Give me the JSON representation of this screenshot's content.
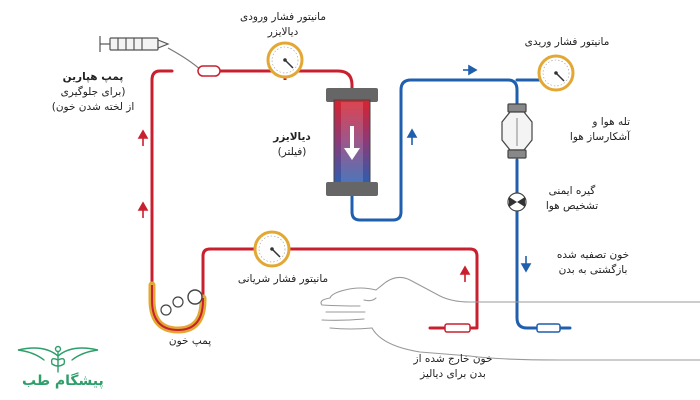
{
  "labels": {
    "dialyzer_inflow_monitor_1": "مانیتور فشار ورودی",
    "dialyzer_inflow_monitor_2": "دیالایزر",
    "venous_monitor": "مانیتور فشار وریدی",
    "heparin_pump_title": "پمپ هپارین",
    "heparin_pump_sub1": "(برای جلوگیری",
    "heparin_pump_sub2": "از لخته شدن خون)",
    "dialyzer_1": "دیالایزر",
    "dialyzer_2": "(فیلتر)",
    "air_trap_1": "تله هوا و",
    "air_trap_2": "آشکارساز هوا",
    "safety_clamp_1": "گیره ایمنی",
    "safety_clamp_2": "تشخیص هوا",
    "clean_blood_1": "خون تصفیه شده",
    "clean_blood_2": "بازگشتی به بدن",
    "arterial_monitor": "مانیتور فشار شریانی",
    "blood_pump": "پمپ خون",
    "removed_blood_1": "خون خارج شده از",
    "removed_blood_2": "بدن برای دیالیز",
    "logo": "پیشگام طب"
  },
  "colors": {
    "arterial_line": "#c8202f",
    "venous_line": "#1f5fae",
    "pump_tube": "#e3a833",
    "gauge_ring": "#e3a833",
    "logo_green": "#2e9e6a"
  }
}
